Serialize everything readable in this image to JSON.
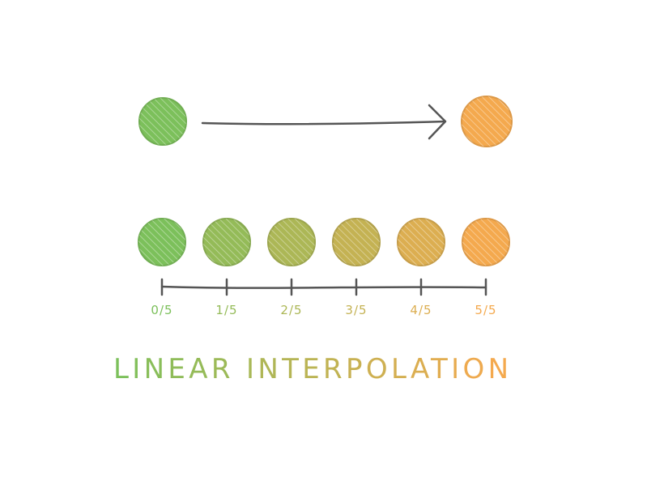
{
  "colors": {
    "start": "#7cc05b",
    "end": "#f4a94e",
    "arrow": "#555555",
    "axis": "#555555"
  },
  "top_row": {
    "start_circle": "start",
    "end_circle": "end",
    "arrow_icon": "right-arrow-icon"
  },
  "steps": [
    {
      "label": "0/5",
      "t": 0.0
    },
    {
      "label": "1/5",
      "t": 0.2
    },
    {
      "label": "2/5",
      "t": 0.4
    },
    {
      "label": "3/5",
      "t": 0.6
    },
    {
      "label": "4/5",
      "t": 0.8
    },
    {
      "label": "5/5",
      "t": 1.0
    }
  ],
  "title": "LINEAR INTERPOLATION"
}
